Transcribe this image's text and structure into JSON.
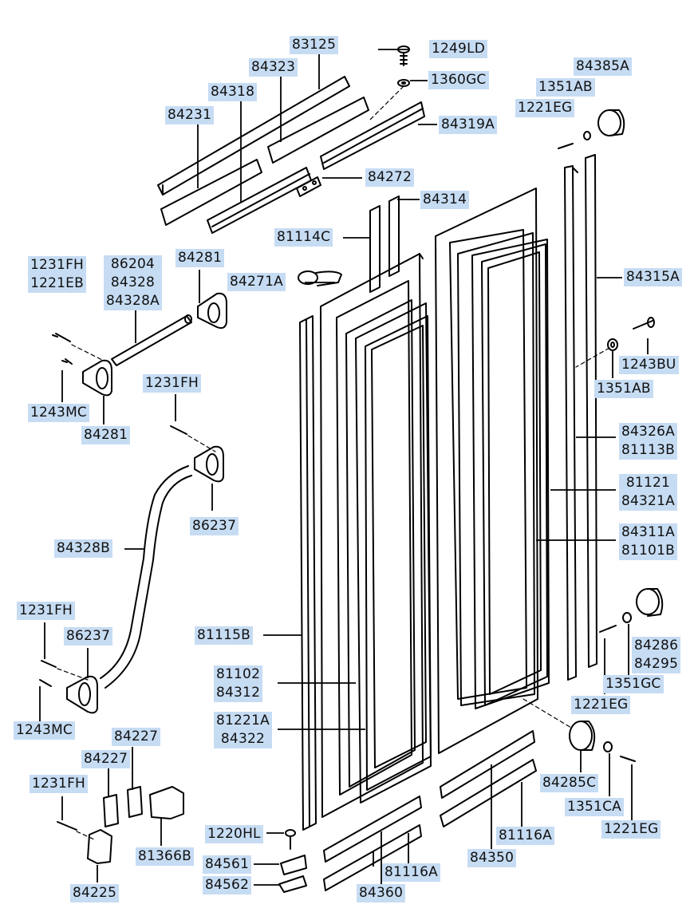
{
  "callouts": {
    "c83125": "83125",
    "c84323": "84323",
    "c84318": "84318",
    "c84231": "84231",
    "c1249LD": "1249LD",
    "c1360GC": "1360GC",
    "c84319A": "84319A",
    "c84272": "84272",
    "c84314": "84314",
    "c81114C": "81114C",
    "c84385A": "84385A",
    "c1351AB_top": "1351AB",
    "c1221EG_top": "1221EG",
    "c84315A": "84315A",
    "c1231FH_a": "1231FH",
    "c1221EB": "1221EB",
    "c86204": "86204",
    "c84328": "84328",
    "c84328A": "84328A",
    "c84281_top": "84281",
    "c84271A": "84271A",
    "c1243BU": "1243BU",
    "c1351AB_mid": "1351AB",
    "c1243MC_top": "1243MC",
    "c84281_bot": "84281",
    "c1231FH_b": "1231FH",
    "c84326A": "84326A",
    "c81113B": "81113B",
    "c81121": "81121",
    "c84321A": "84321A",
    "c86237_top": "86237",
    "c84311A": "84311A",
    "c81101B": "81101B",
    "c84328B": "84328B",
    "c1231FH_c": "1231FH",
    "c86237_bot": "86237",
    "c81115B": "81115B",
    "c84286": "84286",
    "c84295": "84295",
    "c81102": "81102",
    "c84312": "84312",
    "c1351GC": "1351GC",
    "c1221EG_mid": "1221EG",
    "c1243MC_bot": "1243MC",
    "c81221A": "81221A",
    "c84322": "84322",
    "c84227_a": "84227",
    "c84227_b": "84227",
    "c1231FH_d": "1231FH",
    "c84285C": "84285C",
    "c1351CA": "1351CA",
    "c1221EG_bot": "1221EG",
    "c81116A_right": "81116A",
    "c1220HL": "1220HL",
    "c81366B": "81366B",
    "c84350": "84350",
    "c84561": "84561",
    "c84562": "84562",
    "c81116A_left": "81116A",
    "c84225": "84225",
    "c84360": "84360"
  },
  "colors": {
    "callout_background": "#c6dcf3",
    "line_art": "#000000",
    "paper": "#ffffff"
  }
}
